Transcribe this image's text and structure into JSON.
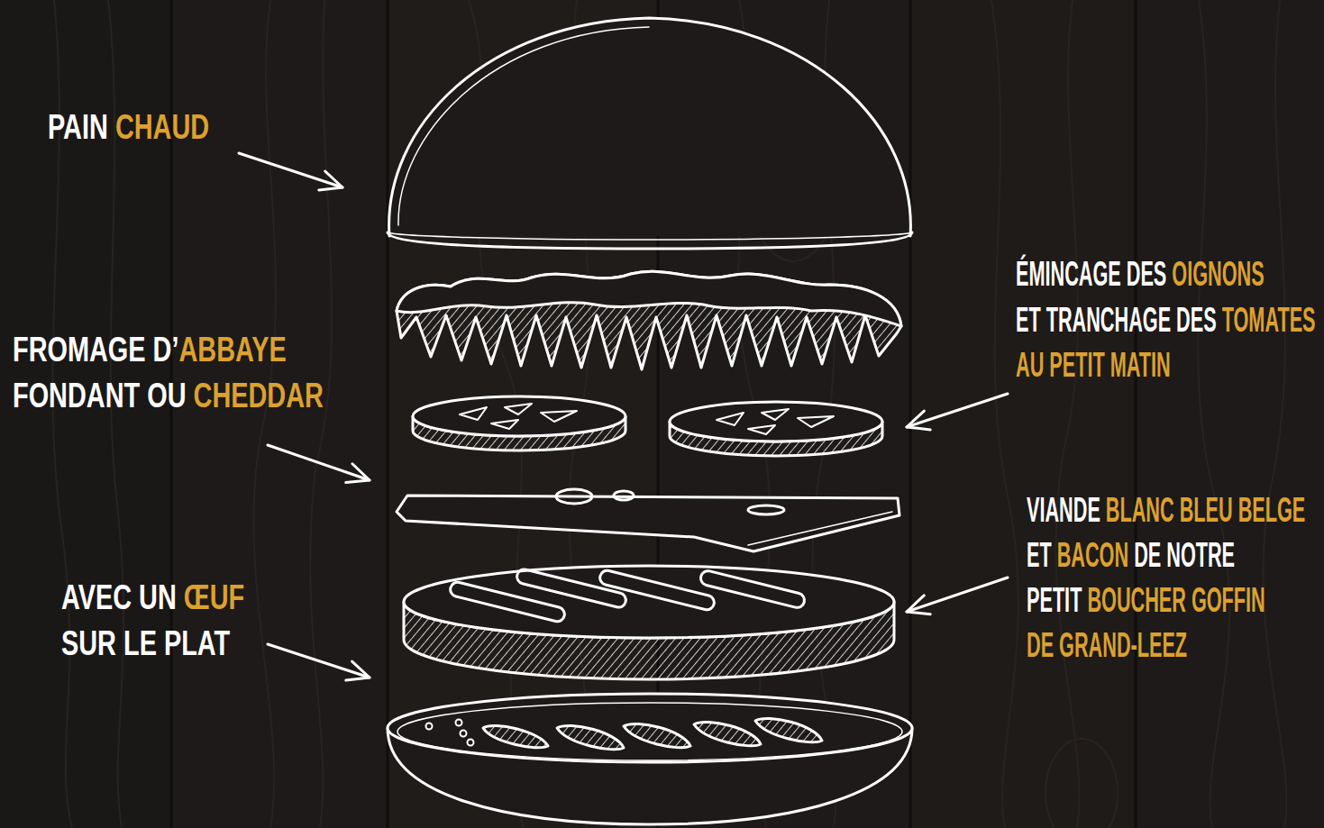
{
  "diagram": {
    "labels": [
      "PAIN CHAUD",
      "FROMAGE D’ABBAYE FONDANT OU CHEDDAR",
      "AVEC UN ŒUF SUR LE PLAT",
      "ÉMINCAGE DES OIGNONS ET TRANCHAGE DES TOMATES AU PETIT MATIN",
      "VIANDE BLANC BLEU BELGE ET BACON DE NOTRE PETIT BOUCHER GOFFIN DE GRAND-LEEZ"
    ]
  }
}
